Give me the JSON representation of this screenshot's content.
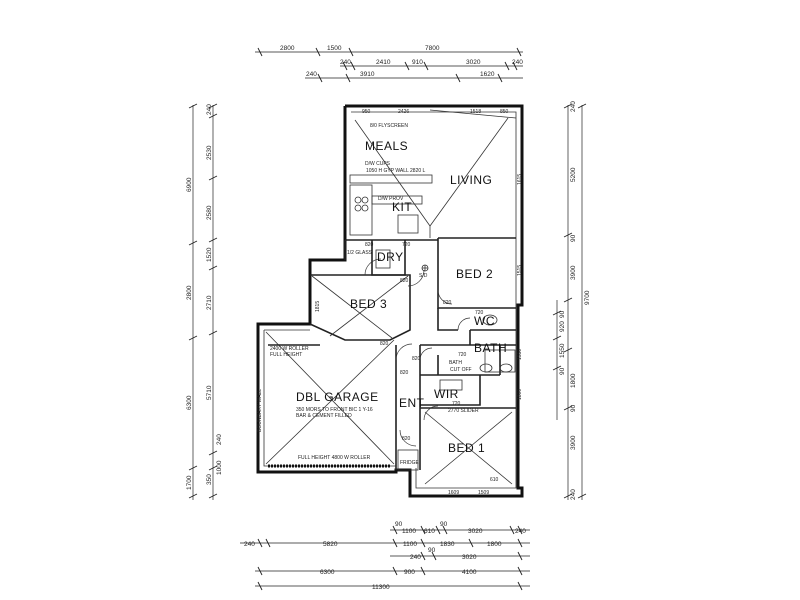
{
  "rooms": {
    "meals": "MEALS",
    "kit": "KIT",
    "living": "LIVING",
    "dry": "DRY",
    "bed2": "BED 2",
    "bed3": "BED 3",
    "wc": "WC",
    "bath": "BATH",
    "garage": "DBL GARAGE",
    "ent": "ENT",
    "wir": "WIR",
    "bed1": "BED 1"
  },
  "notes": {
    "flyscreen": "8/0 FLYSCREEN",
    "cupboards": "D/W CUPS",
    "gyp_wall": "1050 H GYP WALL 2820 L",
    "dw_prov": "D/W PROV",
    "half_glass": "1/2 GLASS",
    "roller_top": "2400 W ROLLER",
    "full_height": "FULL HEIGHT",
    "boundary_wall": "BOUNDARY WALL",
    "bar_note1": "350 MORS TO FRONT BIC 1 Y-16",
    "bar_note2": "BAR & CEMENT FILLED",
    "roller_bottom": "FULL HEIGHT 4800 W ROLLER",
    "slider": "2770 SLIDER",
    "fridge": "FRIDGE",
    "sd": "S/D",
    "cut_off": "CUT OFF",
    "bath_bench": "BATH"
  },
  "dims": {
    "top1": [
      "2800",
      "1500",
      "7800"
    ],
    "top2": [
      "240",
      "2410",
      "910",
      "3020",
      "240"
    ],
    "top3": [
      "240",
      "3910",
      "1620"
    ],
    "top_windows": [
      "950",
      "2426",
      "1518",
      "850"
    ],
    "left_outer": [
      "6900",
      "2800",
      "6300",
      "1700"
    ],
    "left_inner": [
      "240",
      "2530",
      "2580",
      "1520",
      "2710",
      "5710",
      "240",
      "350",
      "1000"
    ],
    "right_outer": [
      "5200",
      "3900",
      "9700",
      "1800",
      "3900",
      "240"
    ],
    "right_inner": [
      "240",
      "90",
      "90",
      "920",
      "1550",
      "90",
      "90"
    ],
    "bottom1": [
      "90",
      "1100",
      "610",
      "90",
      "3020",
      "240"
    ],
    "bottom2": [
      "240",
      "5820",
      "1100",
      "1830",
      "1800"
    ],
    "bottom3": [
      "240",
      "90",
      "3020"
    ],
    "bottom4": [
      "6300",
      "900",
      "4100"
    ],
    "bottom5": [
      "11300"
    ],
    "door_labels": [
      "820",
      "720",
      "820",
      "820",
      "820",
      "820",
      "720",
      "720",
      "820",
      "820",
      "720"
    ],
    "misc": [
      "1815",
      "1609",
      "1509",
      "610",
      "1515",
      "1615",
      "1800",
      "1550"
    ]
  }
}
